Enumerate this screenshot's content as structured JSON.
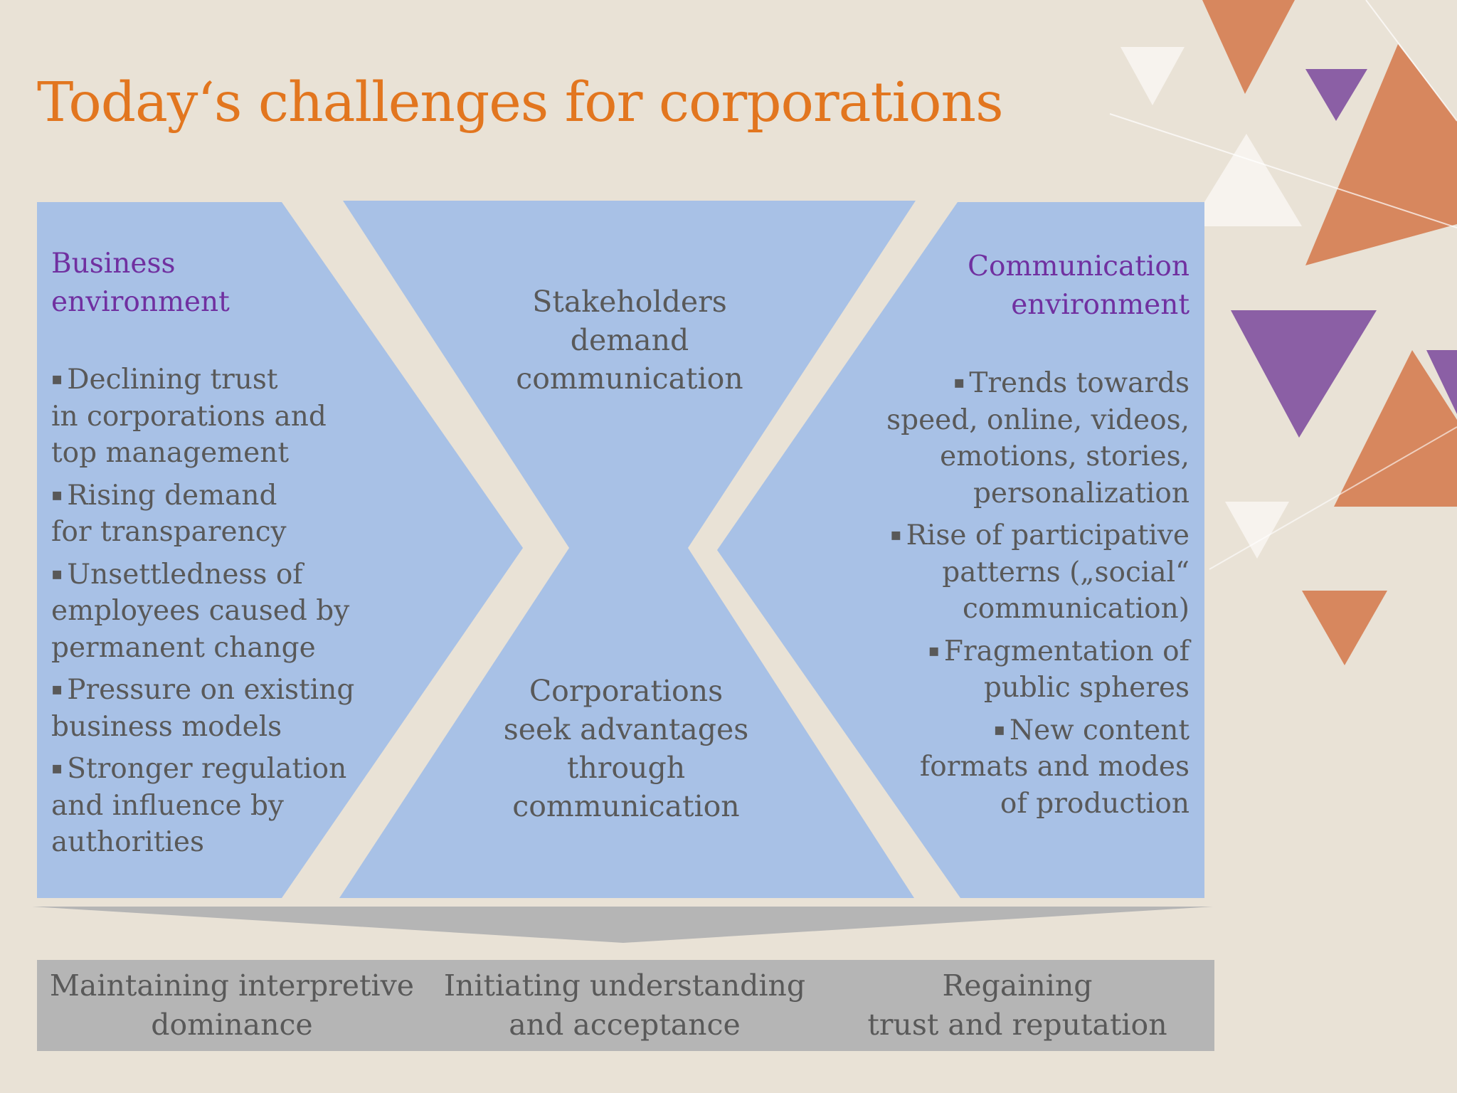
{
  "title": "Today‘s challenges for corporations",
  "colors": {
    "panel": "#a8c1e6",
    "title": "#e2761f",
    "heading": "#7030a0",
    "text": "#595959",
    "outcome_bar": "#b5b5b5",
    "deco_orange": "#d7875e",
    "deco_purple": "#8b5fa5"
  },
  "left": {
    "heading": [
      "Business",
      "environment"
    ],
    "bullets": [
      [
        "Declining trust",
        "in corporations and",
        "top management"
      ],
      [
        "Rising demand",
        "for transparency"
      ],
      [
        "Unsettledness of",
        "employees caused by",
        "permanent change"
      ],
      [
        "Pressure on existing",
        "business models"
      ],
      [
        "Stronger regulation",
        "and influence by",
        "authorities"
      ]
    ]
  },
  "center": {
    "top": [
      "Stakeholders",
      "demand",
      "communication"
    ],
    "bottom": [
      "Corporations",
      "seek advantages",
      "through",
      "communication"
    ]
  },
  "right": {
    "heading": [
      "Communication",
      "environment"
    ],
    "bullets": [
      [
        "Trends towards",
        "speed, online, videos,",
        "emotions, stories,",
        "personalization"
      ],
      [
        "Rise of participative",
        "patterns („social“",
        "communication)"
      ],
      [
        "Fragmentation of",
        "public spheres"
      ],
      [
        "New content",
        "formats and modes",
        "of production"
      ]
    ]
  },
  "outcomes": [
    [
      "Maintaining interpretive",
      "dominance"
    ],
    [
      "Initiating understanding",
      "and acceptance"
    ],
    [
      "Regaining",
      "trust and reputation"
    ]
  ],
  "bullet_marker": "▪"
}
